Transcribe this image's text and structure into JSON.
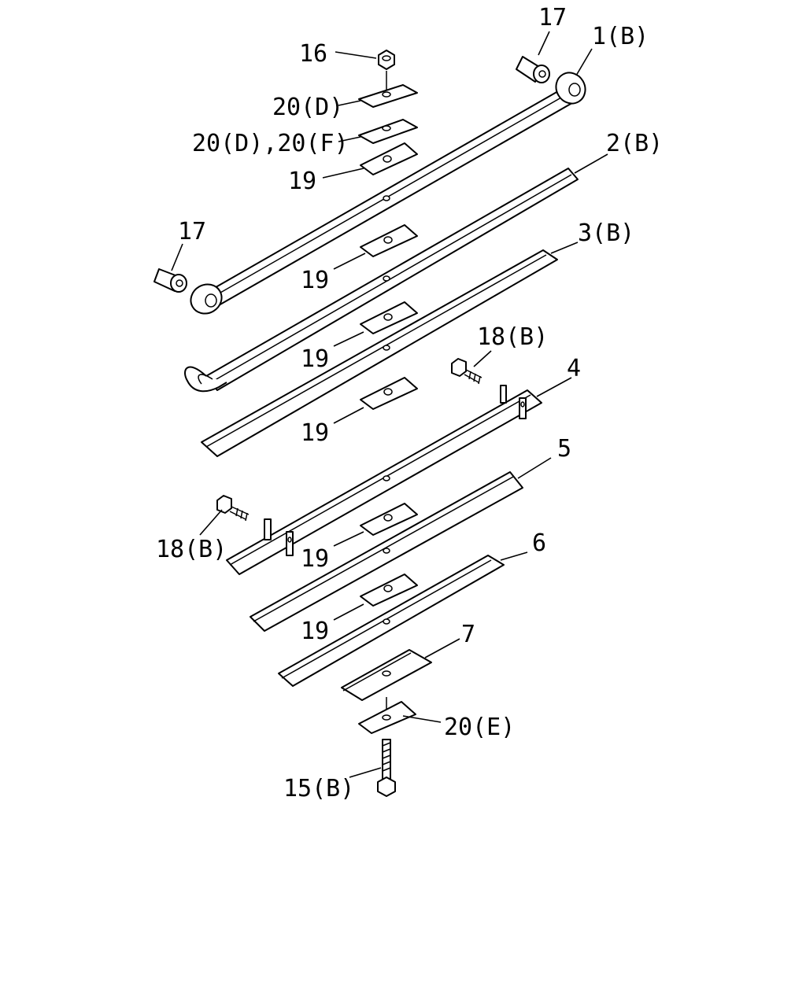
{
  "labels": {
    "l17_top": "17",
    "l1b": "1(B)",
    "l16": "16",
    "l20d": "20(D)",
    "l20df": "20(D),20(F)",
    "l19_a": "19",
    "l2b": "2(B)",
    "l17_left": "17",
    "l19_b": "19",
    "l3b": "3(B)",
    "l19_c": "19",
    "l18b_right": "18(B)",
    "l4": "4",
    "l19_d": "19",
    "l5": "5",
    "l18b_left": "18(B)",
    "l19_e": "19",
    "l6": "6",
    "l19_f": "19",
    "l7": "7",
    "l20e": "20(E)",
    "l15b": "15(B)"
  }
}
